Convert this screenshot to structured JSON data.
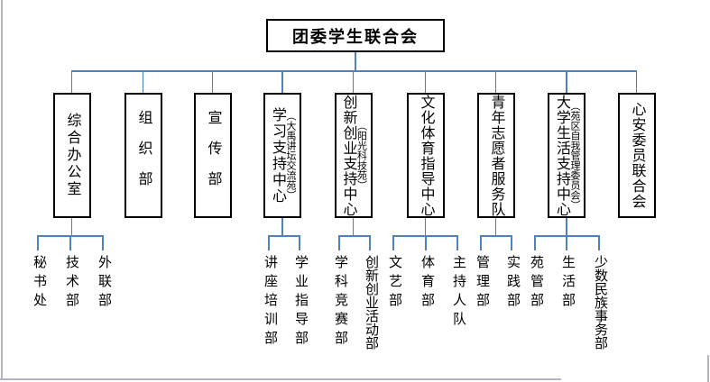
{
  "title": "团委学生联合会",
  "colors": {
    "connector": "#4f81bd",
    "box_border": "#000000",
    "page_edge": "#b3b4bf",
    "text": "#000000",
    "background": "#ffffff"
  },
  "departments": [
    {
      "label": "综合办公室",
      "annotation": "",
      "children": [
        "秘书处",
        "技术部",
        "外联部"
      ]
    },
    {
      "label": "组织部",
      "annotation": "",
      "children": []
    },
    {
      "label": "宣传部",
      "annotation": "",
      "children": []
    },
    {
      "label": "学习支持中心",
      "annotation": "（大禹讲坛交流苑）",
      "children": [
        "讲座培训部",
        "学业指导部"
      ]
    },
    {
      "label": "创新创业支持中心",
      "annotation": "（阳光科技苑）",
      "children": [
        "学科竞赛部",
        "创新创业活动部"
      ]
    },
    {
      "label": "文化体育指导中心",
      "annotation": "",
      "children": [
        "文艺部",
        "体育部",
        "主持人队"
      ]
    },
    {
      "label": "青年志愿者服务队",
      "annotation": "",
      "children": [
        "管理部",
        "实践部"
      ]
    },
    {
      "label": "大学生活支持中心",
      "annotation": "（苑区自我管理委员会）",
      "children": [
        "苑管部",
        "生活部",
        "少数民族事务部"
      ]
    },
    {
      "label": "心安委员联合会",
      "annotation": "",
      "children": []
    }
  ]
}
